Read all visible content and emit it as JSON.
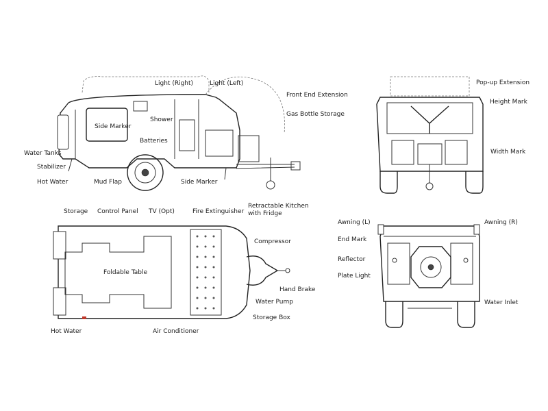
{
  "side_view": {
    "labels": {
      "light_right": "Light (Right)",
      "light_left": "Light (Left)",
      "front_end_extension": "Front End Extension",
      "gas_bottle_storage": "Gas Bottle Storage",
      "side_marker_panel": "Side Marker",
      "shower": "Shower",
      "batteries": "Batteries",
      "water_tanks": "Water Tanks",
      "stabilizer": "Stabilizer",
      "hot_water": "Hot Water",
      "mud_flap": "Mud Flap",
      "side_marker": "Side Marker"
    }
  },
  "front_view": {
    "labels": {
      "popup_extension": "Pop-up Extension",
      "height_mark": "Height Mark",
      "width_mark": "Width Mark"
    }
  },
  "top_view": {
    "labels": {
      "storage": "Storage",
      "control_panel": "Control Panel",
      "tv": "TV (Opt)",
      "fire_extinguisher": "Fire Extinguisher",
      "retractable_kitchen_line1": "Retractable Kitchen",
      "retractable_kitchen_line2": "with Fridge",
      "compressor": "Compressor",
      "foldable_table": "Foldable Table",
      "hand_brake": "Hand Brake",
      "water_pump": "Water Pump",
      "storage_box": "Storage Box",
      "hot_water": "Hot Water",
      "air_conditioner": "Air Conditioner"
    }
  },
  "rear_view": {
    "labels": {
      "awning_left": "Awning (L)",
      "awning_right": "Awning (R)",
      "end_mark": "End Mark",
      "reflector": "Reflector",
      "plate_light": "Plate Light",
      "water_inlet": "Water Inlet"
    }
  }
}
